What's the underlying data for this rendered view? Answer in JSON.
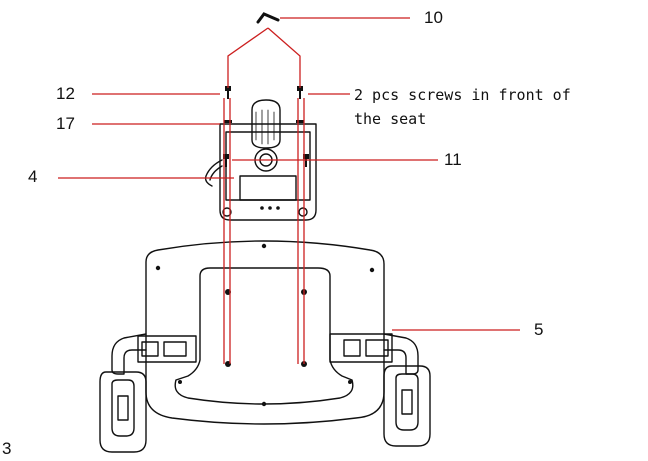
{
  "callouts": {
    "c10": "10",
    "c12": "12",
    "c17": "17",
    "c4": "4",
    "c11": "11",
    "c5": "5",
    "c3": "3"
  },
  "note": {
    "line1": "2 pcs screws in front of",
    "line2": "the seat"
  },
  "colors": {
    "leader": "#cc1f1f",
    "outline": "#111111"
  }
}
